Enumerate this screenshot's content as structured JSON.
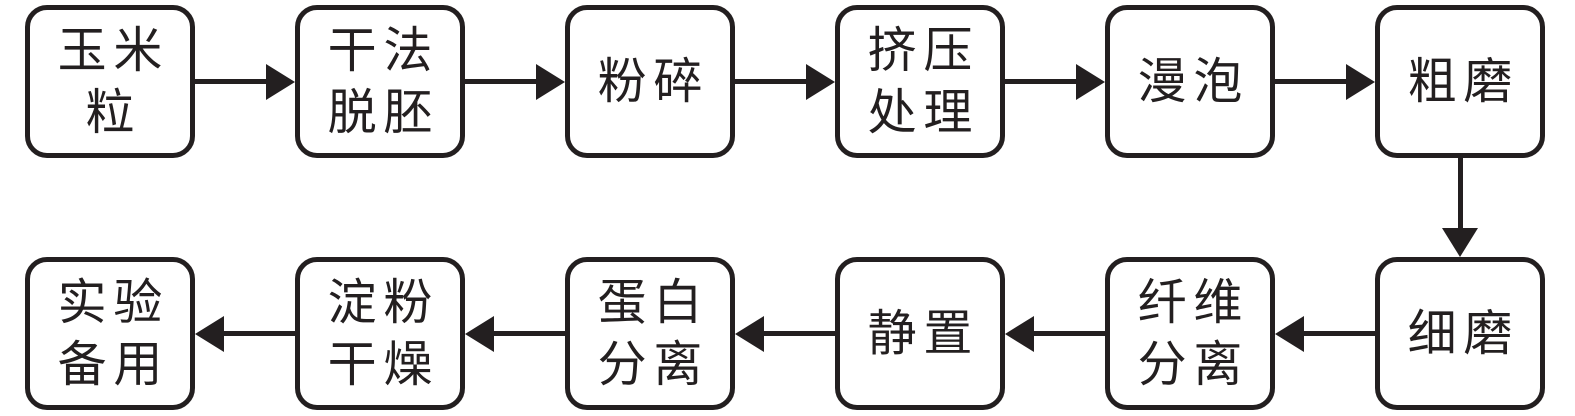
{
  "diagram": {
    "type": "flowchart",
    "direction": "serpentine: top row left-to-right, then down, bottom row right-to-left",
    "colors": {
      "ink": "#231f20",
      "background": "#ffffff"
    },
    "nodes": [
      {
        "id": "corn-kernel",
        "label": "玉米粒",
        "lines": [
          "玉米",
          "粒"
        ]
      },
      {
        "id": "dry-degermination",
        "label": "干法脱胚",
        "lines": [
          "干法",
          "脱胚"
        ]
      },
      {
        "id": "crushing",
        "label": "粉碎",
        "lines": [
          "粉碎"
        ]
      },
      {
        "id": "extrusion-treatment",
        "label": "挤压处理",
        "lines": [
          "挤压",
          "处理"
        ]
      },
      {
        "id": "soaking",
        "label": "漫泡",
        "lines": [
          "漫泡"
        ]
      },
      {
        "id": "coarse-grinding",
        "label": "粗磨",
        "lines": [
          "粗磨"
        ]
      },
      {
        "id": "fine-grinding",
        "label": "细磨",
        "lines": [
          "细磨"
        ]
      },
      {
        "id": "fiber-separation",
        "label": "纤维分离",
        "lines": [
          "纤维",
          "分离"
        ]
      },
      {
        "id": "settling",
        "label": "静置",
        "lines": [
          "静置"
        ]
      },
      {
        "id": "protein-separation",
        "label": "蛋白分离",
        "lines": [
          "蛋白",
          "分离"
        ]
      },
      {
        "id": "starch-drying",
        "label": "淀粉干燥",
        "lines": [
          "淀粉",
          "干燥"
        ]
      },
      {
        "id": "reserved-for-experiment",
        "label": "实验备用",
        "lines": [
          "实验",
          "备用"
        ]
      }
    ],
    "edges": [
      {
        "from": "玉米粒",
        "to": "干法脱胚",
        "direction": "right"
      },
      {
        "from": "干法脱胚",
        "to": "粉碎",
        "direction": "right"
      },
      {
        "from": "粉碎",
        "to": "挤压处理",
        "direction": "right"
      },
      {
        "from": "挤压处理",
        "to": "漫泡",
        "direction": "right"
      },
      {
        "from": "漫泡",
        "to": "粗磨",
        "direction": "right"
      },
      {
        "from": "粗磨",
        "to": "细磨",
        "direction": "down"
      },
      {
        "from": "细磨",
        "to": "纤维分离",
        "direction": "left"
      },
      {
        "from": "纤维分离",
        "to": "静置",
        "direction": "left"
      },
      {
        "from": "静置",
        "to": "蛋白分离",
        "direction": "left"
      },
      {
        "from": "蛋白分离",
        "to": "淀粉干燥",
        "direction": "left"
      },
      {
        "from": "淀粉干燥",
        "to": "实验备用",
        "direction": "left"
      }
    ]
  }
}
